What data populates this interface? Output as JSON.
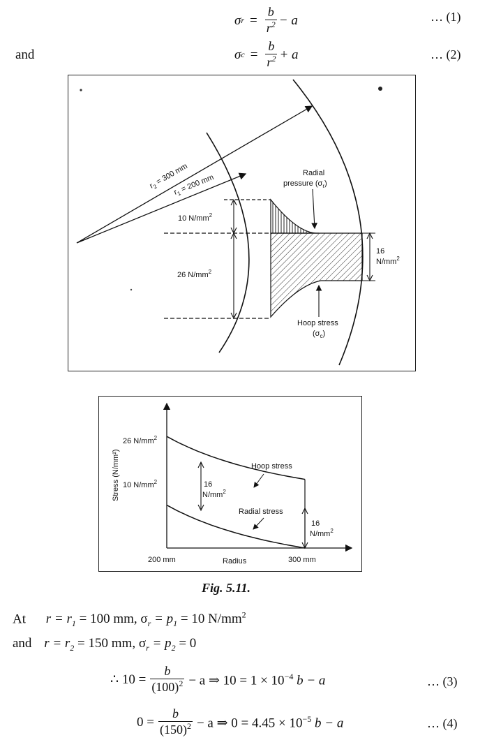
{
  "equations_top": {
    "eq1_lhs": "σ",
    "eq1_sub": "r",
    "eq1_num": "b",
    "eq1_den": "r",
    "eq1_den_sup": "2",
    "eq1_rest": "− a",
    "eq1_tag": "… (1)",
    "and_word": "and",
    "eq2_lhs": "σ",
    "eq2_sub": "c",
    "eq2_num": "b",
    "eq2_den": "r",
    "eq2_den_sup": "2",
    "eq2_rest": "+ a",
    "eq2_tag": "… (2)"
  },
  "figure_top": {
    "r2_label": "r",
    "r2_sub": "2",
    "r2_value": " = 300 mm",
    "r1_label": "r",
    "r1_sub": "1",
    "r1_value": " = 200 mm",
    "radial_pressure_line1": "Radial",
    "radial_pressure_line2": "pressure (σ",
    "radial_pressure_sub": "r",
    "radial_pressure_end": ")",
    "left_top_value": "10 N/mm",
    "left_top_sup": "2",
    "left_bottom_value": "26 N/mm",
    "left_bottom_sup": "2",
    "right_value_line1": "16",
    "right_value_line2": "N/mm",
    "right_value_sup": "2",
    "hoop_line1": "Hoop stress",
    "hoop_line2": "(σ",
    "hoop_sub": "c",
    "hoop_end": ")"
  },
  "figure_bottom": {
    "y_axis_label": "Stress (N/mm²)",
    "x_axis_label": "Radius",
    "x_start": "200 mm",
    "x_end": "300 mm",
    "y_hoop_start": "26 N/mm",
    "y_radial_start": "10 N/mm",
    "sup2": "2",
    "hoop_label": "Hoop stress",
    "radial_label": "Radial stress",
    "mid_diff_line1": "16",
    "mid_diff_line2": "N/mm",
    "end_diff_line1": "16",
    "end_diff_line2": "N/mm"
  },
  "chart_data": {
    "type": "line",
    "xlabel": "Radius",
    "ylabel": "Stress (N/mm²)",
    "x": [
      200,
      300
    ],
    "series": [
      {
        "name": "Hoop stress",
        "values": [
          26,
          16
        ]
      },
      {
        "name": "Radial stress",
        "values": [
          10,
          0
        ]
      }
    ]
  },
  "caption": "Fig. 5.11.",
  "body": {
    "line1_at": "At",
    "line1_text": "r = r",
    "line1_sub1": "1",
    "line1_mid": " = 100 mm,  σ",
    "line1_sub2": "r",
    "line1_mid2": " = p",
    "line1_sub3": "1",
    "line1_end": " = 10 N/mm",
    "line1_sup": "2",
    "line2_and": "and",
    "line2_text": "r = r",
    "line2_sub1": "2",
    "line2_mid": " = 150 mm,  σ",
    "line2_sub2": "r",
    "line2_mid2": " = p",
    "line2_sub3": "2",
    "line2_end": " = 0",
    "eq3_prefix": "∴ 10 =",
    "eq3_num": "b",
    "eq3_den": "(100)",
    "eq3_den_sup": "2",
    "eq3_rest_a": "− a ⇒ 10 = 1 × 10",
    "eq3_exp": "−4",
    "eq3_rest_b": " b − a",
    "eq3_tag": "… (3)",
    "eq4_prefix": "0 =",
    "eq4_num": "b",
    "eq4_den": "(150)",
    "eq4_den_sup": "2",
    "eq4_rest_a": "− a ⇒ 0 = 4.45 × 10",
    "eq4_exp": "−5",
    "eq4_rest_b": " b − a",
    "eq4_tag": "… (4)"
  }
}
